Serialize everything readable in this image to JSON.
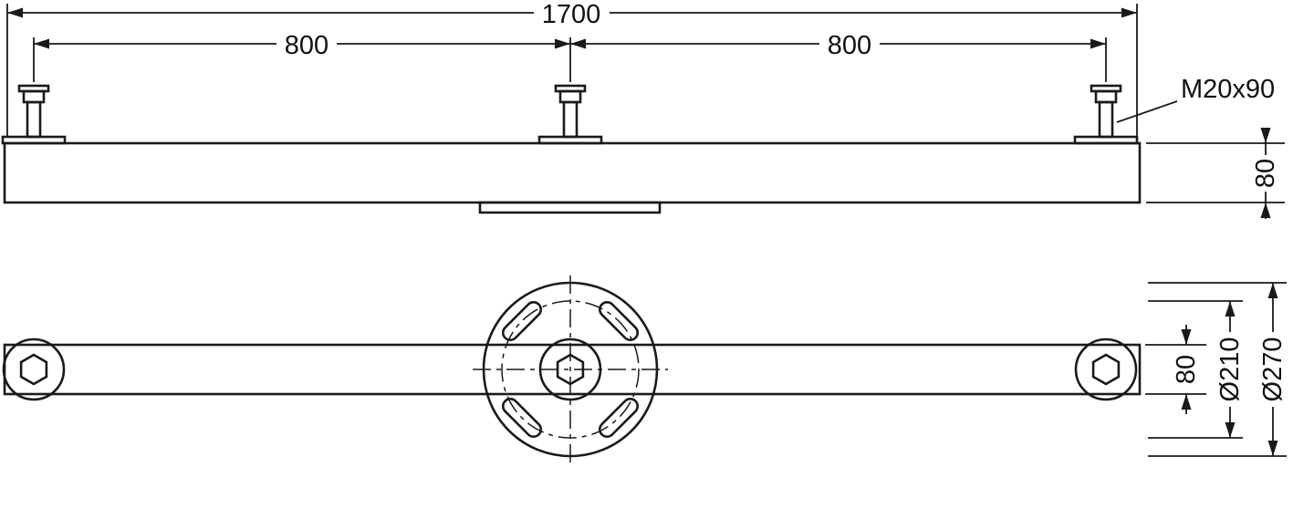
{
  "dimensions": {
    "overall_length": "1700",
    "left_bolt_spacing": "800",
    "right_bolt_spacing": "800",
    "bolt_spec": "M20x90",
    "beam_thickness": "80",
    "beam_width": "80",
    "bolt_circle_diameter": "Ø210",
    "flange_diameter": "Ø270"
  },
  "colors": {
    "line": "#1a1a1a",
    "background": "#ffffff"
  }
}
